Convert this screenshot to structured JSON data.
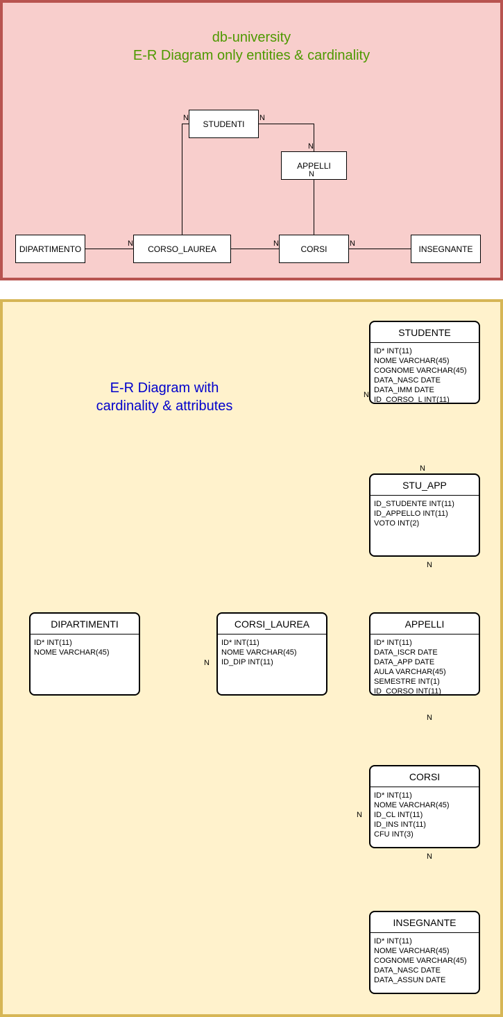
{
  "top": {
    "title_line1": "db-university",
    "title_line2": "E-R Diagram only entities & cardinality",
    "entities": {
      "studenti": "STUDENTI",
      "appelli": "APPELLI",
      "dipartimento": "DIPARTIMENTO",
      "corso_laurea": "CORSO_LAUREA",
      "corsi": "CORSI",
      "insegnante": "INSEGNANTE"
    },
    "cardinality_label": "N"
  },
  "bottom": {
    "title_line1": "E-R Diagram with",
    "title_line2": "cardinality & attributes",
    "cardinality_label": "N",
    "entities": [
      {
        "name": "STUDENTE",
        "attributes": [
          "ID* INT(11)",
          "NOME VARCHAR(45)",
          "COGNOME VARCHAR(45)",
          "DATA_NASC DATE",
          "DATA_IMM DATE",
          "ID_CORSO_L INT(11)"
        ]
      },
      {
        "name": "STU_APP",
        "attributes": [
          "ID_STUDENTE INT(11)",
          "ID_APPELLO INT(11)",
          "VOTO INT(2)"
        ]
      },
      {
        "name": "DIPARTIMENTI",
        "attributes": [
          "ID* INT(11)",
          "NOME VARCHAR(45)"
        ]
      },
      {
        "name": "CORSI_LAUREA",
        "attributes": [
          "ID* INT(11)",
          "NOME VARCHAR(45)",
          "ID_DIP INT(11)"
        ]
      },
      {
        "name": "APPELLI",
        "attributes": [
          "ID* INT(11)",
          "DATA_ISCR DATE",
          "DATA_APP DATE",
          "AULA VARCHAR(45)",
          "SEMESTRE INT(1)",
          "ID_CORSO INT(11)"
        ]
      },
      {
        "name": "CORSI",
        "attributes": [
          "ID* INT(11)",
          "NOME VARCHAR(45)",
          "ID_CL INT(11)",
          "ID_INS INT(11)",
          "CFU INT(3)"
        ]
      },
      {
        "name": "INSEGNANTE",
        "attributes": [
          "ID* INT(11)",
          "NOME VARCHAR(45)",
          "COGNOME VARCHAR(45)",
          "DATA_NASC DATE",
          "DATA_ASSUN DATE"
        ]
      }
    ]
  },
  "colors": {
    "top_fill": "#f8cecc",
    "top_border": "#b85450",
    "top_title": "#4d9900",
    "bottom_fill": "#fff2cc",
    "bottom_border": "#d6b656",
    "bottom_title": "#0000cc"
  }
}
